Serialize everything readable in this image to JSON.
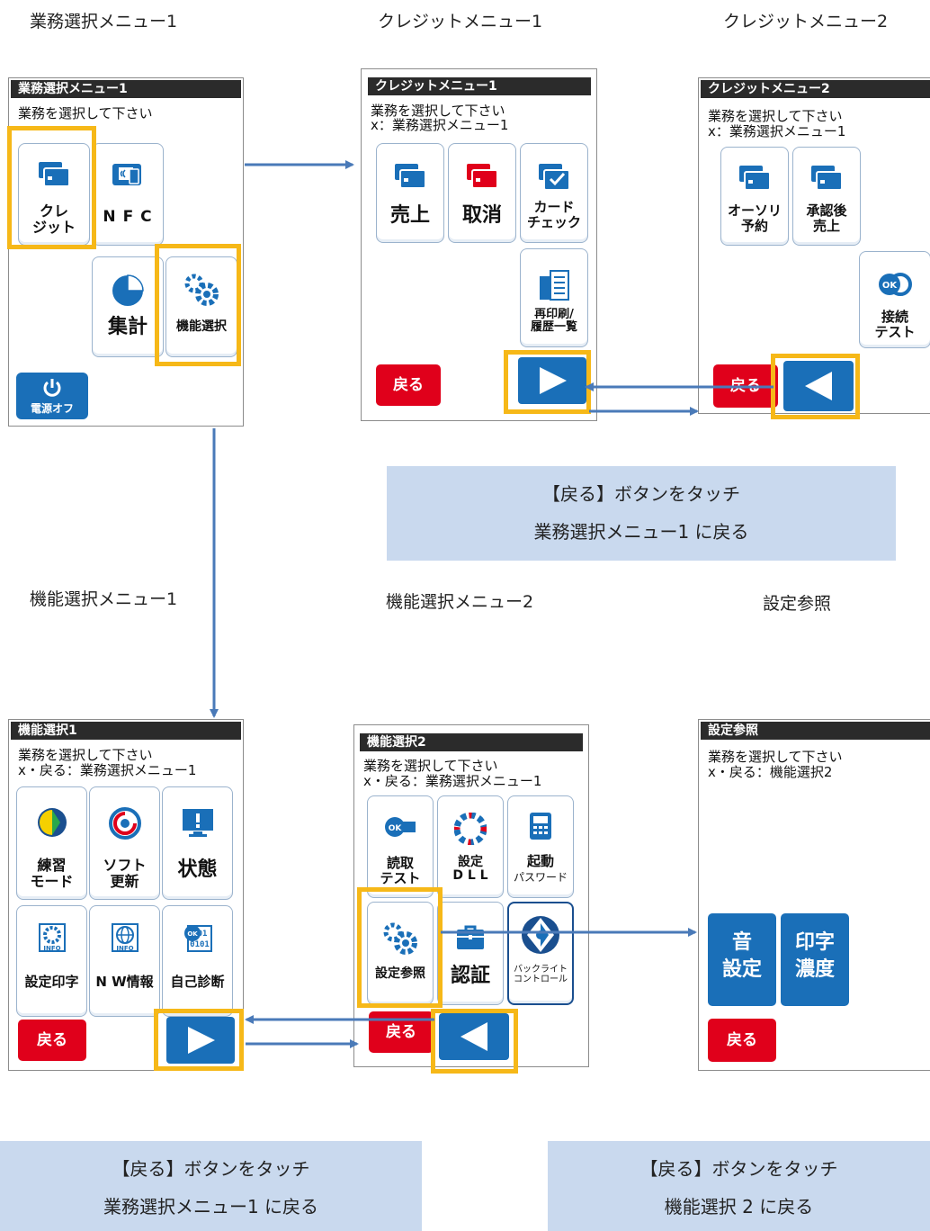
{
  "captions": {
    "gyomu1": "業務選択メニュー1",
    "credit1": "クレジットメニュー1",
    "credit2": "クレジットメニュー2",
    "kinou1": "機能選択メニュー1",
    "kinou2": "機能選択メニュー2",
    "settei": "設定参照"
  },
  "screens": {
    "gyomu1": {
      "title": "業務選択メニュー1",
      "line1": "業務を選択して下さい",
      "credit": "クレ\nジット",
      "nfc": "N F C",
      "shukei": "集計",
      "kinou": "機能選択",
      "power": "電源オフ"
    },
    "credit1": {
      "title": "クレジットメニュー1",
      "line1": "業務を選択して下さい",
      "line2": "x：業務選択メニュー1",
      "uriage": "売上",
      "torikeshi": "取消",
      "cardcheck": "カード\nチェック",
      "reprint": "再印刷/\n履歴一覧",
      "back": "戻る"
    },
    "credit2": {
      "title": "クレジットメニュー2",
      "line1": "業務を選択して下さい",
      "line2": "x：業務選択メニュー1",
      "authori": "オーソリ\n予約",
      "shoningo": "承認後\n売上",
      "setsuzoku": "接続\nテスト",
      "back": "戻る"
    },
    "kinou1": {
      "title": "機能選択1",
      "line1": "業務を選択して下さい",
      "line2": "x・戻る：業務選択メニュー1",
      "renshu": "練習\nモード",
      "soft": "ソフト\n更新",
      "jotai": "状態",
      "setteiinji": "設定印字",
      "nw": "N W情報",
      "jikoshindan": "自己診断",
      "back": "戻る"
    },
    "kinou2": {
      "title": "機能選択2",
      "line1": "業務を選択して下さい",
      "line2": "x・戻る：業務選択メニュー1",
      "yomitori": "読取\nテスト",
      "setteidll": "設定\nD L L",
      "kidou": "起動",
      "password": "パスワード",
      "setteisansho": "設定参照",
      "ninsho": "認証",
      "backlight": "バックライト\nコントロール",
      "back": "戻る"
    },
    "settei": {
      "title": "設定参照",
      "line1": "業務を選択して下さい",
      "line2": "x・戻る：機能選択2",
      "oto": "音\n設定",
      "inji": "印字\n濃度",
      "back": "戻る"
    }
  },
  "notes": {
    "top": [
      "【戻る】ボタンをタッチ",
      "業務選択メニュー1 に戻る"
    ],
    "bottomLeft": [
      "【戻る】ボタンをタッチ",
      "業務選択メニュー1 に戻る"
    ],
    "bottomRight": [
      "【戻る】ボタンをタッチ",
      "機能選択 2 に戻る"
    ]
  },
  "colors": {
    "highlight": "#f6b818",
    "arrow": "#4a7ab8",
    "back_button": "#e0001b",
    "nav_button": "#1a6fb8",
    "note_bg": "#c9d9ee"
  },
  "icons": [
    "card-icon",
    "nfc-icon",
    "pie-chart-icon",
    "gears-icon",
    "power-icon",
    "card-check-icon",
    "document-icon",
    "ok-link-icon",
    "leaf-icon",
    "refresh-icon",
    "monitor-icon",
    "info-gear-icon",
    "globe-icon",
    "ok-binary-icon",
    "ok-reader-icon",
    "lifebuoy-icon",
    "terminal-icon",
    "briefcase-icon",
    "backlight-icon",
    "play-right-icon",
    "play-left-icon"
  ]
}
